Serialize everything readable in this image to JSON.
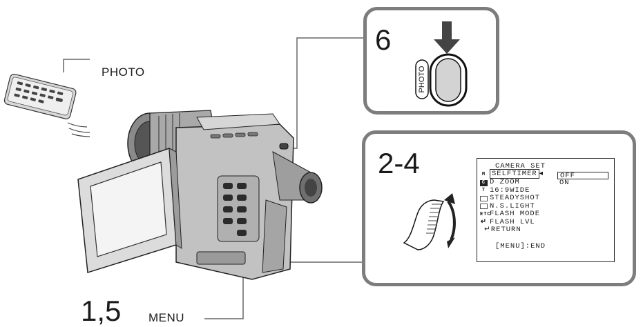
{
  "labels": {
    "photo": "PHOTO",
    "step_1_5": "1,5",
    "menu": "MENU"
  },
  "panel_6": {
    "step": "6",
    "button_label": "PHOTO"
  },
  "panel_2_4": {
    "step": "2-4",
    "menu": {
      "title": "CAMERA SET",
      "items": [
        {
          "label": "SELFTIMER",
          "icon": "M"
        },
        {
          "label": "D ZOOM",
          "icon": "C"
        },
        {
          "label": "16:9WIDE",
          "icon": "T"
        },
        {
          "label": "STEADYSHOT",
          "icon": ""
        },
        {
          "label": "N.S.LIGHT",
          "icon": ""
        },
        {
          "label": "FLASH MODE",
          "icon": "ETC"
        },
        {
          "label": "FLASH LVL",
          "icon": ""
        },
        {
          "label": "RETURN",
          "icon": ""
        }
      ],
      "options": [
        "OFF",
        "ON"
      ],
      "footer": "[MENU]:END"
    }
  },
  "colors": {
    "panel_border": "#7d7d7d",
    "camcorder_body": "#bdbdbd",
    "line": "#666666"
  }
}
